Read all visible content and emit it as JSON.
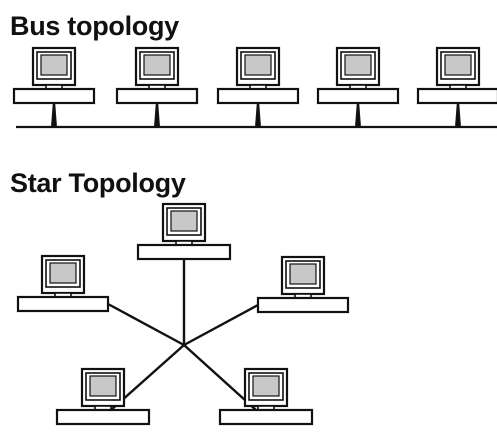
{
  "bus": {
    "title": "Bus topology",
    "computer_count": 5,
    "computer_icon": "desktop-computer-icon"
  },
  "star": {
    "title": "Star Topology",
    "computer_count": 5,
    "computer_icon": "desktop-computer-icon"
  },
  "colors": {
    "line": "#111111",
    "screen": "#c8c8c8",
    "body": "#ffffff"
  }
}
